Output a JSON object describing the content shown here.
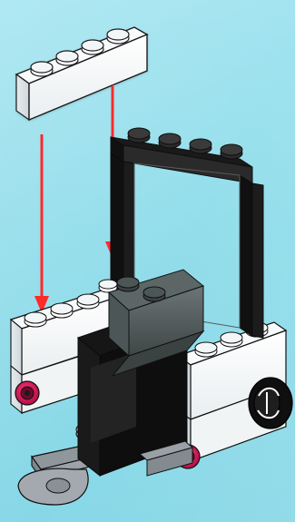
{
  "instruction": {
    "step_type": "attach-part",
    "part": {
      "name": "white-brick-1x4",
      "color": "#f2f2f2",
      "studs": 4
    },
    "arrow_color": "#ff2a2a",
    "arrows": 2
  },
  "model": {
    "name": "forklift",
    "colors": {
      "white": "#f0f0f0",
      "black": "#151515",
      "dark_gray": "#505a5a",
      "light_gray": "#a7acb0",
      "pink_pins": "#d81b5a",
      "background": "#8fdcea"
    },
    "details": {
      "mast_studs": 4,
      "wheel_visible": true,
      "seat_block": "dark-gray-slope",
      "front_plate": "light-gray-plate-with-stud"
    }
  }
}
